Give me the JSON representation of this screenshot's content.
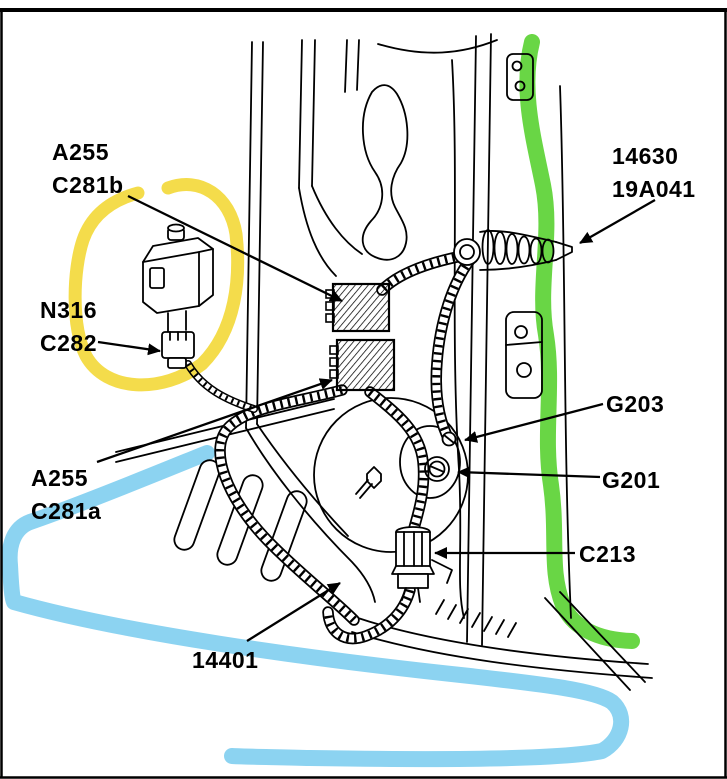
{
  "labels": {
    "a255_c281b": {
      "line1": "A255",
      "line2": "C281b"
    },
    "grommet_14630": {
      "line1": "14630",
      "line2": "19A041"
    },
    "n316_c282": {
      "line1": "N316",
      "line2": "C282"
    },
    "g203": {
      "text": "G203"
    },
    "g201": {
      "text": "G201"
    },
    "a255_c281a": {
      "line1": "A255",
      "line2": "C281a"
    },
    "c213": {
      "text": "C213"
    },
    "harness_14401": {
      "text": "14401"
    }
  },
  "highlights": {
    "yellow": "#F2D41E",
    "green": "#43CC16",
    "blue": "#6FC8EE"
  },
  "ink": "#000000"
}
